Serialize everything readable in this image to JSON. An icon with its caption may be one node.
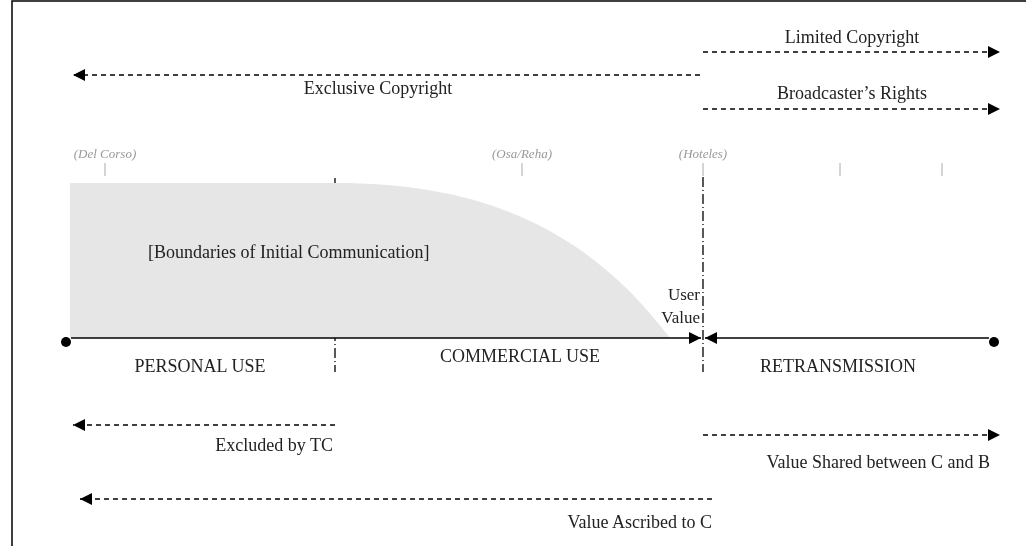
{
  "diagram": {
    "nodes": [
      {
        "text": [
          "[Boundaries of Initial Communication]"
        ]
      },
      {
        "text": [],
        "shape": "circle"
      },
      {
        "text": [
          "User Value"
        ]
      },
      {
        "text": [],
        "shape": "circle"
      }
    ],
    "edges": [
      {
        "from": 1,
        "to": 2,
        "arrow": "to"
      },
      {
        "from": 3,
        "to": 2,
        "arrow": "to"
      }
    ],
    "labels": [
      "Limited Copyright",
      "Exclusive Copyright",
      "Broadcaster’s Rights",
      "(Del Corso)",
      "(Osa/Reha)",
      "(Hoteles)",
      "PERSONAL USE",
      "COMMERCIAL USE",
      "RETRANSMISSION",
      "Excluded by TC",
      "Value Shared between C and B",
      "Value Ascribed to C"
    ]
  }
}
